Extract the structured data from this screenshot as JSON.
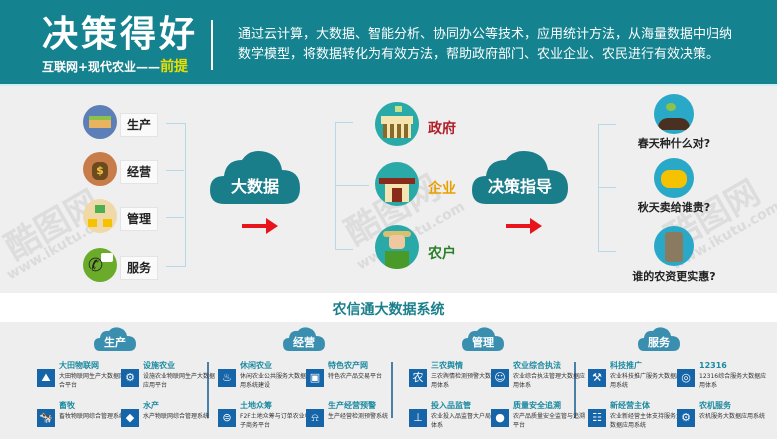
{
  "header": {
    "title": "决策得好",
    "subtitle_prefix": "互联网+现代农业——",
    "subtitle_accent": "前提",
    "description_line1": "通过云计算，大数据、智能分析、协同办公等技术，应用统计方法，从海量数据中归纳",
    "description_line2": "数学模型，将数据转化为有效方法，帮助政府部门、农业企业、农民进行有效决策。"
  },
  "flow": {
    "sources": [
      {
        "label": "生产",
        "icon": "produce-crate-icon"
      },
      {
        "label": "经营",
        "icon": "money-bag-icon"
      },
      {
        "label": "管理",
        "icon": "org-chart-icon"
      },
      {
        "label": "服务",
        "icon": "phone-chat-icon"
      }
    ],
    "hub1": "大数据",
    "targets": [
      {
        "label": "政府",
        "icon": "government-building-icon",
        "color": "#b0202a"
      },
      {
        "label": "企业",
        "icon": "enterprise-building-icon",
        "color": "#e8a000"
      },
      {
        "label": "农户",
        "icon": "farmer-icon",
        "color": "#2a7f2a"
      }
    ],
    "hub2": "决策指导",
    "questions": [
      {
        "label": "春天种什么对?",
        "icon": "seedling-icon"
      },
      {
        "label": "秋天卖给谁贵?",
        "icon": "gold-coins-icon"
      },
      {
        "label": "谁的农资更实惠?",
        "icon": "fertilizer-bag-icon"
      }
    ]
  },
  "system": {
    "title": "农信通大数据系统",
    "categories": [
      {
        "label": "生产",
        "items": [
          {
            "name": "大田物联网",
            "desc": "大田物联网生产大数据网综合平台",
            "icon": "field-icon",
            "glyph": "⛰"
          },
          {
            "name": "设施农业",
            "desc": "设施农业物联网生产大数据应用平台",
            "icon": "tractor-icon",
            "glyph": "⚙"
          },
          {
            "name": "畜牧",
            "desc": "畜牧物联网综合管理系统",
            "icon": "cow-icon",
            "glyph": "🐄"
          },
          {
            "name": "水产",
            "desc": "水产物联网综合管理系统",
            "icon": "fish-icon",
            "glyph": "◆"
          }
        ]
      },
      {
        "label": "经营",
        "items": [
          {
            "name": "休闲农业",
            "desc": "休闲农业公共服务大数据应用系统建设",
            "icon": "leisure-farm-icon",
            "glyph": "♨"
          },
          {
            "name": "特色农产网",
            "desc": "特色农产品交易平台",
            "icon": "monitor-icon",
            "glyph": "▣"
          },
          {
            "name": "土地众筹",
            "desc": "F2F土地众筹与订单农业电子商务平台",
            "icon": "handshake-icon",
            "glyph": "⊜"
          },
          {
            "name": "生产经营预警",
            "desc": "生产经营检测预警系统",
            "icon": "alarm-icon",
            "glyph": "⍾"
          }
        ]
      },
      {
        "label": "管理",
        "items": [
          {
            "name": "三农舆情",
            "desc": "三农舆情检测预警大数据应用体系",
            "icon": "nong-character-icon",
            "glyph": "农"
          },
          {
            "name": "农业综合执法",
            "desc": "农业综合执法管理大数据应用体系",
            "icon": "police-icon",
            "glyph": "☺"
          },
          {
            "name": "投入品监管",
            "desc": "农业投入品监督大户局应用体系",
            "icon": "stamp-icon",
            "glyph": "⊥"
          },
          {
            "name": "质量安全追溯",
            "desc": "农产品质量安全监管与追溯平台",
            "icon": "apple-icon",
            "glyph": "●"
          }
        ]
      },
      {
        "label": "服务",
        "items": [
          {
            "name": "科技推广",
            "desc": "农业科技推广服务大数据应用系统",
            "icon": "excavator-icon",
            "glyph": "⚒"
          },
          {
            "name": "12316",
            "desc": "12316综合服务大数据应用体系",
            "icon": "hotline-icon",
            "glyph": "◎"
          },
          {
            "name": "新经营主体",
            "desc": "农业新经营主体支持服务大数据应用系统",
            "icon": "group-icon",
            "glyph": "☷"
          },
          {
            "name": "农机服务",
            "desc": "农机服务大数据应用系统",
            "icon": "farm-machine-icon",
            "glyph": "⚙"
          }
        ]
      }
    ]
  },
  "watermark": {
    "text": "酷图网",
    "url": "www.ikutu.com"
  },
  "colors": {
    "header_bg": "#15828f",
    "cloud": "#1a7d8a",
    "small_cloud": "#3a8fb0",
    "arrow": "#e8141b",
    "accent_yellow": "#e8e000",
    "icon_blue": "#1565a8"
  }
}
